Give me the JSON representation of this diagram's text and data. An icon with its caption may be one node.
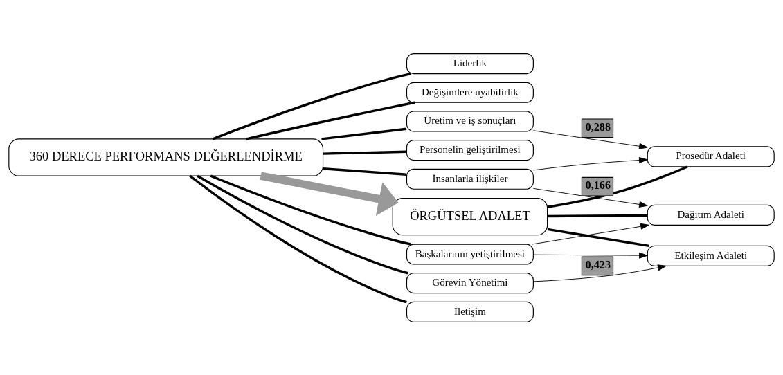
{
  "diagram": {
    "nodes": [
      {
        "text": [
          "360 DERECE PERFORMANS DEĞERLENDİRME"
        ]
      },
      {
        "text": [
          "ÖRGÜTSEL ADALET"
        ]
      },
      {
        "text": [
          "İletişim"
        ]
      },
      {
        "text": [
          "Liderlik"
        ]
      },
      {
        "text": [
          "Değişimlere uyabilirlik"
        ]
      },
      {
        "text": [
          "İnsanlarla ilişkiler"
        ]
      },
      {
        "text": [
          "Görevin Yönetimi"
        ]
      },
      {
        "text": [
          "Üretim ve iş sonuçları"
        ]
      },
      {
        "text": [
          "Başkalarının yetiştirilmesi"
        ]
      },
      {
        "text": [
          "Personelin geliştirilmesi"
        ]
      },
      {
        "text": [
          "Dağıtım Adaleti"
        ]
      },
      {
        "text": [
          "Prosedür Adaleti"
        ]
      },
      {
        "text": [
          "Etkileşim Adaleti"
        ]
      }
    ],
    "edges": [
      {
        "from": 0,
        "to": 1,
        "arrow": "to",
        "style": "thick",
        "color": "#999999"
      },
      {
        "from": 0,
        "to": 2,
        "arrow": "none"
      },
      {
        "from": 0,
        "to": 3,
        "arrow": "none"
      },
      {
        "from": 0,
        "to": 4,
        "arrow": "none"
      },
      {
        "from": 0,
        "to": 5,
        "arrow": "none"
      },
      {
        "from": 0,
        "to": 6,
        "arrow": "none"
      },
      {
        "from": 0,
        "to": 7,
        "arrow": "none"
      },
      {
        "from": 0,
        "to": 8,
        "arrow": "none"
      },
      {
        "from": 0,
        "to": 9,
        "arrow": "none"
      },
      {
        "from": 1,
        "to": 10,
        "arrow": "none"
      },
      {
        "from": 1,
        "to": 11,
        "arrow": "none"
      },
      {
        "from": 1,
        "to": 12,
        "arrow": "none"
      },
      {
        "from": 5,
        "to": 10,
        "arrow": "to",
        "label": "0,166"
      },
      {
        "from": 8,
        "to": 10,
        "arrow": "to"
      },
      {
        "from": 5,
        "to": 11,
        "arrow": "to"
      },
      {
        "from": 7,
        "to": 11,
        "arrow": "to",
        "label": "0,288"
      },
      {
        "from": 6,
        "to": 12,
        "arrow": "to",
        "label": "0,423"
      },
      {
        "from": 8,
        "to": 12,
        "arrow": "to"
      }
    ]
  }
}
